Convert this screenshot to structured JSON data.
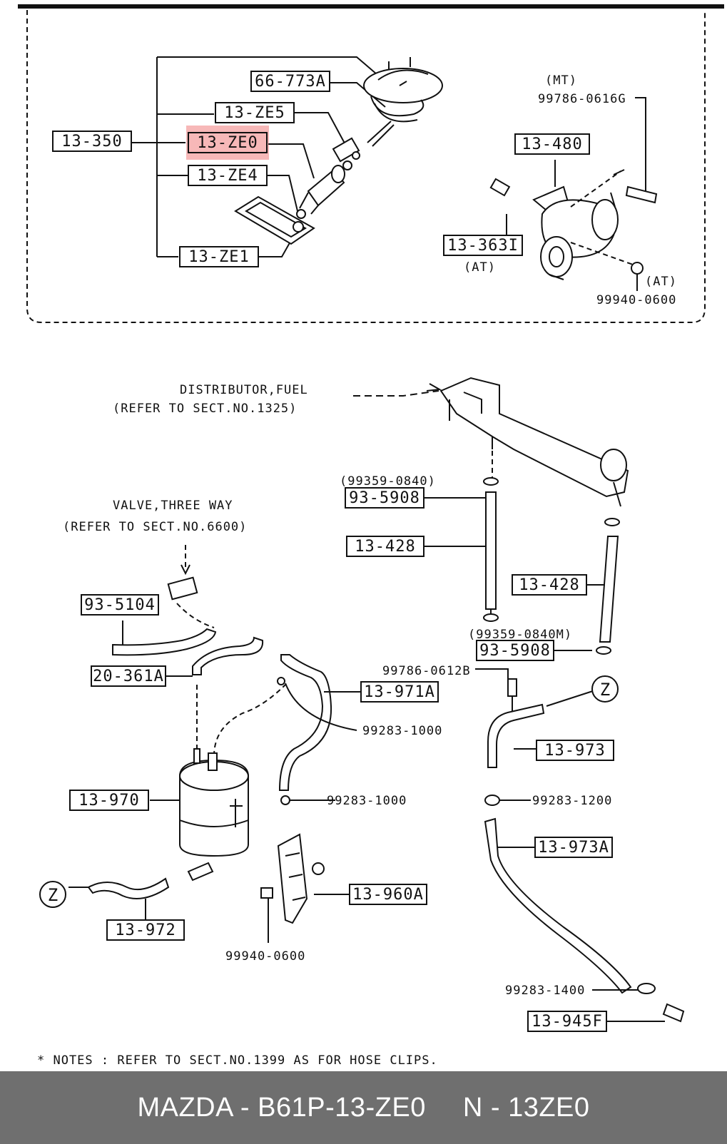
{
  "diagram": {
    "labels": [
      {
        "id": "66-773A",
        "text": "66-773A"
      },
      {
        "id": "13-ZE5",
        "text": "13-ZE5"
      },
      {
        "id": "13-350",
        "text": "13-350"
      },
      {
        "id": "13-ZE0",
        "text": "13-ZE0"
      },
      {
        "id": "13-ZE4",
        "text": "13-ZE4"
      },
      {
        "id": "13-ZE1",
        "text": "13-ZE1"
      },
      {
        "id": "13-480",
        "text": "13-480"
      },
      {
        "id": "13-363I",
        "text": "13-363I"
      },
      {
        "id": "93-5908a",
        "text": "93-5908"
      },
      {
        "id": "13-428a",
        "text": "13-428"
      },
      {
        "id": "13-428b",
        "text": "13-428"
      },
      {
        "id": "93-5908b",
        "text": "93-5908"
      },
      {
        "id": "93-5104",
        "text": "93-5104"
      },
      {
        "id": "20-361A",
        "text": "20-361A"
      },
      {
        "id": "13-971A",
        "text": "13-971A"
      },
      {
        "id": "13-973",
        "text": "13-973"
      },
      {
        "id": "13-970",
        "text": "13-970"
      },
      {
        "id": "13-973A",
        "text": "13-973A"
      },
      {
        "id": "13-960A",
        "text": "13-960A"
      },
      {
        "id": "13-972",
        "text": "13-972"
      },
      {
        "id": "13-945F",
        "text": "13-945F"
      }
    ],
    "part_numbers": {
      "mt": "(MT)",
      "bolt_mt": "99786-0616G",
      "at_363": "(AT)",
      "at_nut": "(AT)",
      "nut_at": "99940-0600",
      "clip_0840": "(99359-0840)",
      "clip_0840m": "(99359-0840M)",
      "bolt_0612": "99786-0612B",
      "clip_1000a": "99283-1000",
      "clip_1000b": "99283-1000",
      "clip_1200": "99283-1200",
      "nut_0600": "99940-0600",
      "clip_1400": "99283-1400"
    },
    "callouts": {
      "distributor_line1": "DISTRIBUTOR,FUEL",
      "distributor_line2": "(REFER TO SECT.NO.1325)",
      "valve_line1": "VALVE,THREE WAY",
      "valve_line2": "(REFER TO SECT.NO.6600)",
      "z_marker": "Z"
    },
    "note": "* NOTES : REFER TO SECT.NO.1399 AS FOR HOSE CLIPS.",
    "highlight_part": "13-ZE0",
    "highlight_color": "#f4a0a0"
  },
  "footer": {
    "left": "MAZDA - B61P-13-ZE0",
    "right": "N - 13ZE0"
  }
}
